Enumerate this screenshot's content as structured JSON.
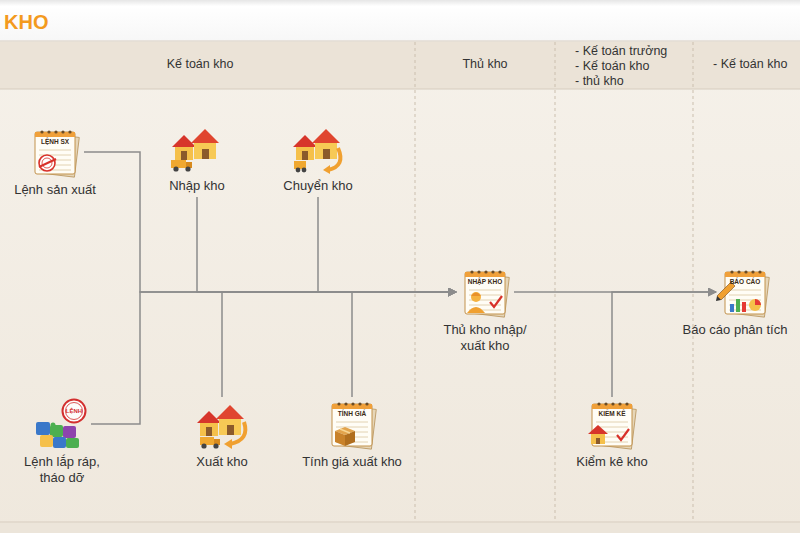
{
  "diagram": {
    "title": "KHO",
    "nodes": [
      {
        "text": [
          "LỆNH SX",
          "Lệnh sản xuất"
        ]
      },
      {
        "text": [
          "Nhập kho"
        ]
      },
      {
        "text": [
          "Chuyển kho"
        ]
      },
      {
        "text": [
          "LỆNH",
          "Lệnh lắp ráp, tháo dỡ"
        ]
      },
      {
        "text": [
          "Xuất kho"
        ]
      },
      {
        "text": [
          "TÍNH GIÁ",
          "Tính giá xuất kho"
        ]
      },
      {
        "text": [
          "NHẬP KHO",
          "Thủ kho nhập/ xuất kho"
        ]
      },
      {
        "text": [
          "KIỂM KÊ",
          "Kiểm kê kho"
        ]
      },
      {
        "text": [
          "BÁO CÁO",
          "Báo cáo phân tích"
        ]
      }
    ],
    "edges": [
      {
        "from": 0,
        "to": 6,
        "arrow": "to"
      },
      {
        "from": 1,
        "to": 6,
        "arrow": "to"
      },
      {
        "from": 2,
        "to": 6,
        "arrow": "to"
      },
      {
        "from": 3,
        "to": 6,
        "arrow": "to"
      },
      {
        "from": 4,
        "to": 6,
        "arrow": "to"
      },
      {
        "from": 5,
        "to": 6,
        "arrow": "to"
      },
      {
        "from": 6,
        "to": 8,
        "arrow": "to"
      },
      {
        "from": 7,
        "to": 8,
        "arrow": "to"
      }
    ],
    "labels": [
      "Kế toán kho",
      "Thủ kho",
      "- Kế toán trưởng",
      "- Kế toán kho",
      "- thủ kho",
      "- Kế toán kho"
    ]
  }
}
